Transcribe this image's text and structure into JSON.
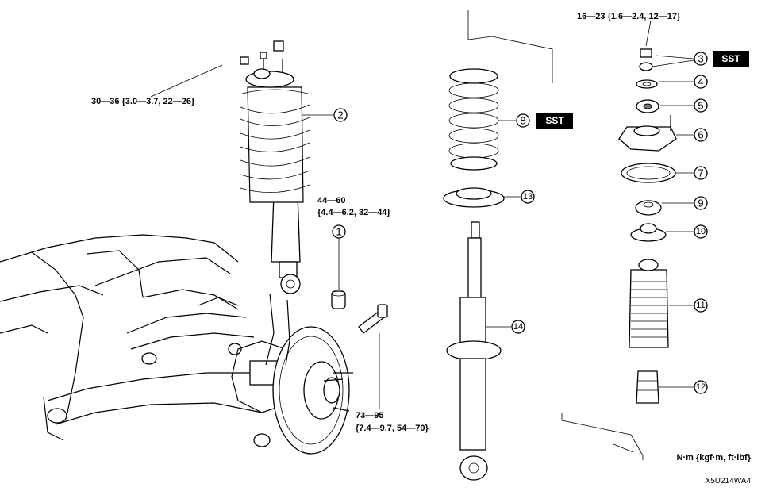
{
  "torque_labels": {
    "t_top_right": "16—23 {1.6—2.4, 12—17}",
    "t_mount_nuts": "30—36 {3.0—3.7, 22—26}",
    "t_lower_bolt_line1": "44—60",
    "t_lower_bolt_line2": "{4.4—6.2, 32—44}",
    "t_knuckle_bolt_line1": "73—95",
    "t_knuckle_bolt_line2": "{7.4—9.7, 54—70}"
  },
  "callouts": [
    "1",
    "2",
    "3",
    "4",
    "5",
    "6",
    "7",
    "8",
    "9",
    "10",
    "11",
    "12",
    "13",
    "14"
  ],
  "sst_label": "SST",
  "units_label": "N·m {kgf·m, ft·lbf}",
  "figure_code": "X5U214WA4"
}
